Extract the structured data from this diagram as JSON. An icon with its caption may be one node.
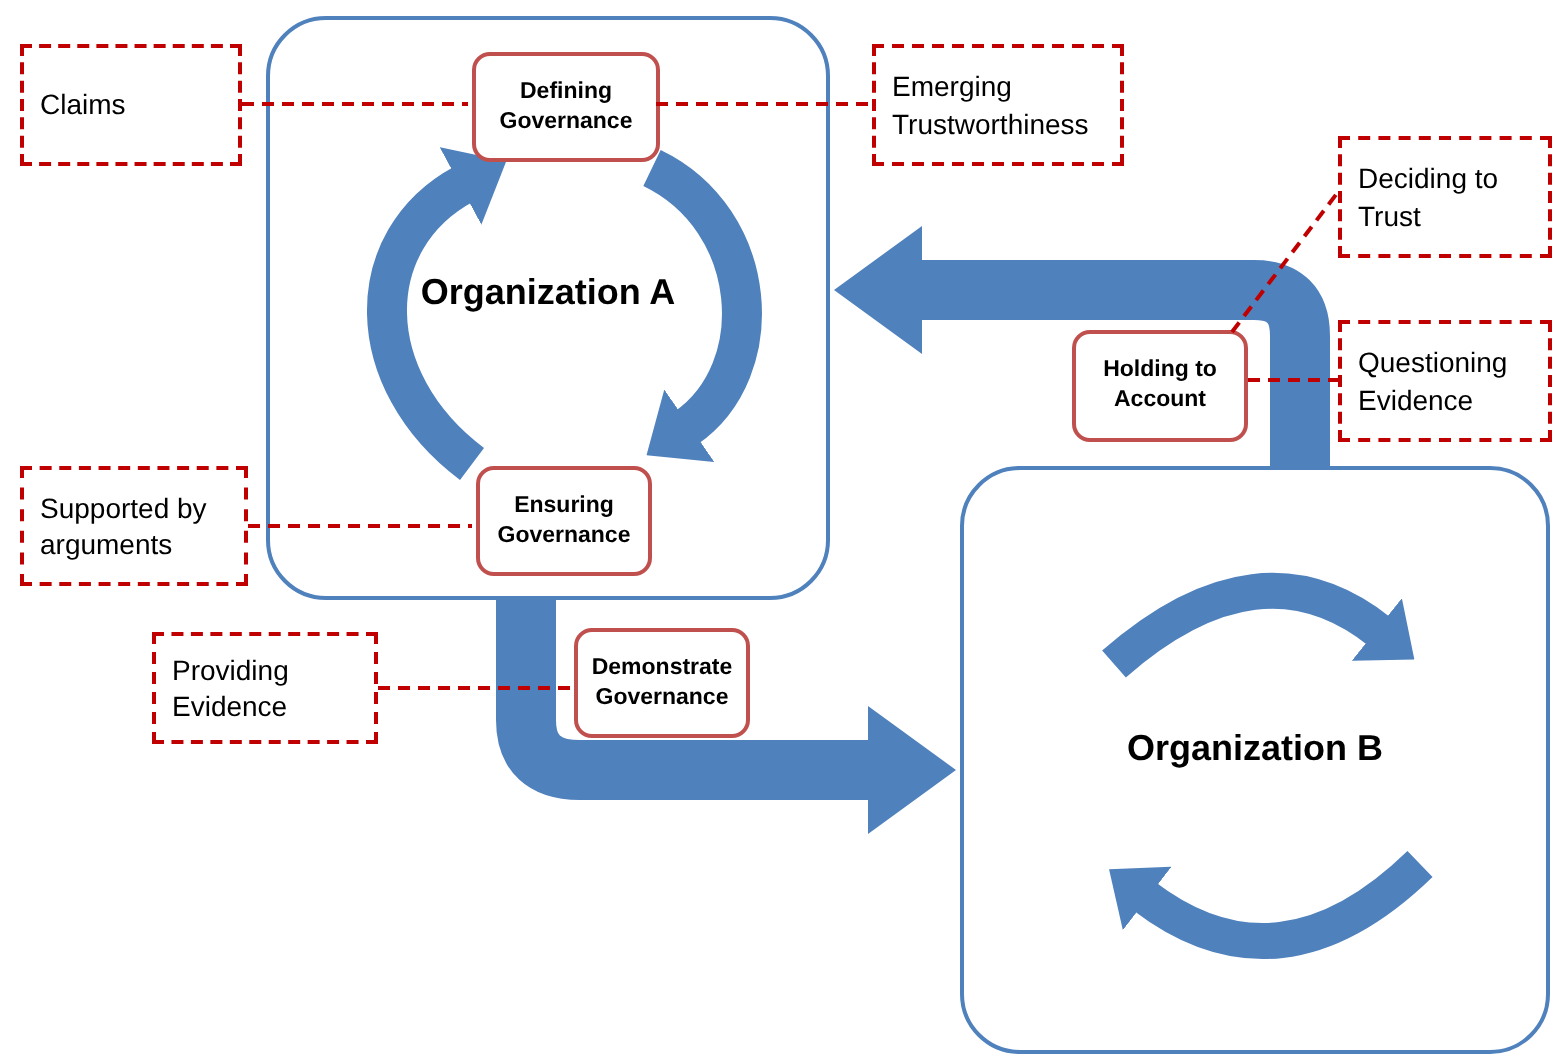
{
  "diagram": {
    "nodes": [
      {
        "text": [
          "Organization A"
        ]
      },
      {
        "text": [
          "Defining Governance"
        ],
        "in": 0
      },
      {
        "text": [
          "Ensuring Governance"
        ],
        "in": 0
      },
      {
        "text": [
          "Organization B"
        ]
      },
      {
        "text": [
          "Holding to Account"
        ]
      },
      {
        "text": [
          "Demonstrate Governance"
        ]
      },
      {
        "text": [
          "Claims"
        ]
      },
      {
        "text": [
          "Emerging Trustworthiness"
        ]
      },
      {
        "text": [
          "Deciding to Trust"
        ]
      },
      {
        "text": [
          "Questioning Evidence"
        ]
      },
      {
        "text": [
          "Supported by arguments"
        ]
      },
      {
        "text": [
          "Providing Evidence"
        ]
      }
    ],
    "edges": [
      {
        "from": 6,
        "to": 1,
        "arrow": "none",
        "style": "dashed"
      },
      {
        "from": 1,
        "to": 7,
        "arrow": "none",
        "style": "dashed"
      },
      {
        "from": 10,
        "to": 2,
        "arrow": "none",
        "style": "dashed"
      },
      {
        "from": 4,
        "to": 8,
        "arrow": "none",
        "style": "dashed"
      },
      {
        "from": 4,
        "to": 9,
        "arrow": "none",
        "style": "dashed"
      },
      {
        "from": 11,
        "to": 5,
        "arrow": "none",
        "style": "dashed"
      },
      {
        "from": 3,
        "to": 0,
        "arrow": "to",
        "style": "thick",
        "color": "#4f81bd"
      },
      {
        "from": 0,
        "to": 3,
        "arrow": "to",
        "style": "thick",
        "color": "#4f81bd"
      },
      {
        "from": 2,
        "to": 1,
        "arrow": "to",
        "style": "thick",
        "color": "#4f81bd"
      },
      {
        "from": 1,
        "to": 2,
        "arrow": "to",
        "style": "thick",
        "color": "#4f81bd"
      }
    ]
  }
}
